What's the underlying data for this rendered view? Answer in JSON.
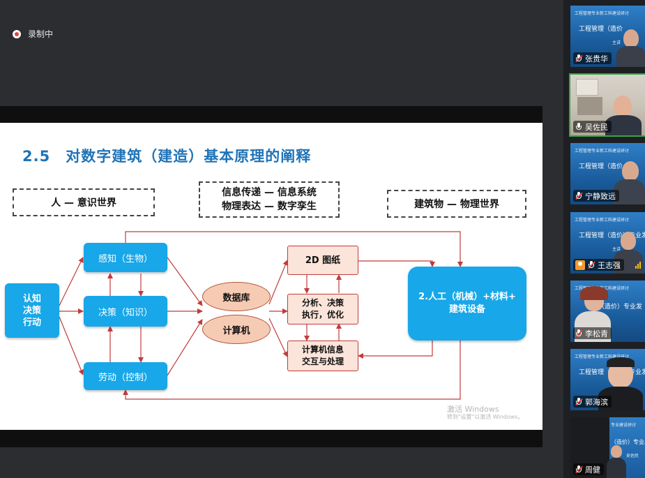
{
  "recording": {
    "label": "录制中"
  },
  "slide": {
    "title": "2.5　对数字建筑（建造）基本原理的阐释",
    "header_boxes": {
      "left": "人 — 意识世界",
      "middle_line1": "信息传递 — 信息系统",
      "middle_line2": "物理表达 — 数字孪生",
      "right": "建筑物 — 物理世界"
    },
    "nodes": {
      "cognition": [
        "认知",
        "决策",
        "行动"
      ],
      "perception": "感知（生物）",
      "decision": "决策（知识）",
      "labor": "劳动（控制）",
      "database": "数据库",
      "computer": "计算机",
      "drawing": "2D 图纸",
      "analysis_line1": "分析、决策",
      "analysis_line2": "执行，优化",
      "info_line1": "计算机信息",
      "info_line2": "交互与处理",
      "building_line1": "2.人工（机械）+材料+",
      "building_line2": "建筑设备"
    },
    "watermark": {
      "line1": "激活 Windows",
      "line2": "转到\"设置\"以激活 Windows。"
    },
    "colors": {
      "title": "#1f73b7",
      "node_blue": "#18a7e8",
      "arrow_red": "#c23b3b",
      "oval_fill": "#f6cbb4",
      "box_fill": "#fbe4da"
    }
  },
  "participants": [
    {
      "name": "张贵华",
      "mic": "off",
      "t1": "工程管理专业新工科建设研讨",
      "t2": "工程管理（造价",
      "t3": "主讲"
    },
    {
      "name": "吴佐民",
      "mic": "on",
      "active": true
    },
    {
      "name": "宁静致远",
      "mic": "off",
      "t1": "工程管理专业新工科建设研讨",
      "t2": "工程管理（造价"
    },
    {
      "name": "王志强",
      "mic": "avatar",
      "t1": "工程管理专业新工科建设研讨",
      "t2": "工程管理（造价）专业发",
      "t3": "主讲"
    },
    {
      "name": "李松青",
      "mic": "off",
      "t1": "工程管理专业新工科建设研讨",
      "t2": "（造价）专业发"
    },
    {
      "name": "郭海滨",
      "mic": "off",
      "t1": "工程管理专业新工科建设研讨",
      "t2": "工程管理（造价）专业发"
    },
    {
      "name": "周健",
      "mic": "off",
      "t1": "专业建设研讨",
      "t2": "（造价）专业发",
      "t3": "吴佐民"
    }
  ]
}
